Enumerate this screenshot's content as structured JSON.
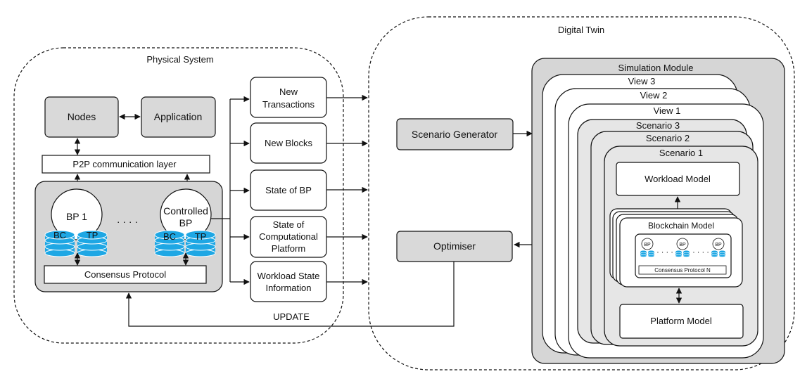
{
  "physical_system": {
    "title": "Physical System",
    "nodes": "Nodes",
    "application": "Application",
    "p2p_layer": "P2P communication layer",
    "bp1": "BP 1",
    "ellipsis": "· · · ·",
    "controlled_bp_line1": "Controlled",
    "controlled_bp_line2": "BP",
    "bc": "BC",
    "tp": "TP",
    "consensus": "Consensus Protocol"
  },
  "outputs": [
    {
      "line1": "New",
      "line2": "Transactions"
    },
    {
      "line1": "New Blocks",
      "line2": ""
    },
    {
      "line1": "State of BP",
      "line2": ""
    },
    {
      "line1": "State of",
      "line2": "Computational",
      "line3": "Platform"
    },
    {
      "line1": "Workload State",
      "line2": "Information"
    }
  ],
  "update_label": "UPDATE",
  "digital_twin": {
    "title": "Digital Twin",
    "scenario_generator": "Scenario Generator",
    "optimiser": "Optimiser",
    "simulation_module": "Simulation Module",
    "views": [
      "View 3",
      "View 2",
      "View 1"
    ],
    "scenarios": [
      "Scenario 3",
      "Scenario 2",
      "Scenario 1"
    ],
    "workload_model": "Workload Model",
    "blockchain_model": "Blockchain Model",
    "bp_small": "BP",
    "bp_dots": "· · · ·",
    "consensus_n": "Consensus Protocol N",
    "platform_model": "Platform Model"
  },
  "colors": {
    "gray_box": "#d9d9d9",
    "panel_gray": "#d6d6d6",
    "db_blue": "#1ea7e4",
    "db_light": "#bfe3f6"
  }
}
